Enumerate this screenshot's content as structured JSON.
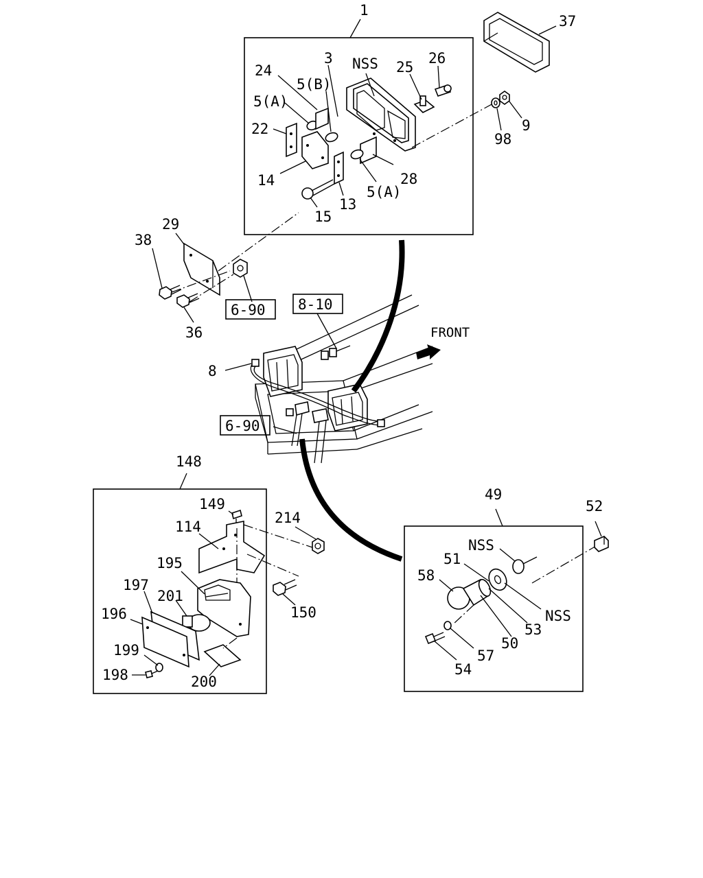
{
  "callouts": {
    "c1": "1",
    "c37": "37",
    "c3": "3",
    "cnss_top": "NSS",
    "c25": "25",
    "c26": "26",
    "c24": "24",
    "c5b": "5(B)",
    "c5a_left": "5(A)",
    "c22": "22",
    "c14": "14",
    "c13": "13",
    "c15": "15",
    "c5a_bottom": "5(A)",
    "c28": "28",
    "c9": "9",
    "c98": "98",
    "c29": "29",
    "c38": "38",
    "c36": "36",
    "ref_690_top": "6-90",
    "ref_810": "8-10",
    "c8": "8",
    "ref_690_mid": "6-90",
    "front": "FRONT",
    "c148": "148",
    "c149": "149",
    "c114": "114",
    "c195": "195",
    "c197": "197",
    "c201": "201",
    "c196": "196",
    "c199": "199",
    "c198": "198",
    "c200": "200",
    "c214": "214",
    "c150": "150",
    "c49": "49",
    "c52": "52",
    "cnss_r1": "NSS",
    "c51": "51",
    "c58": "58",
    "cnss_r2": "NSS",
    "c53": "53",
    "c50": "50",
    "c57": "57",
    "c54": "54"
  }
}
